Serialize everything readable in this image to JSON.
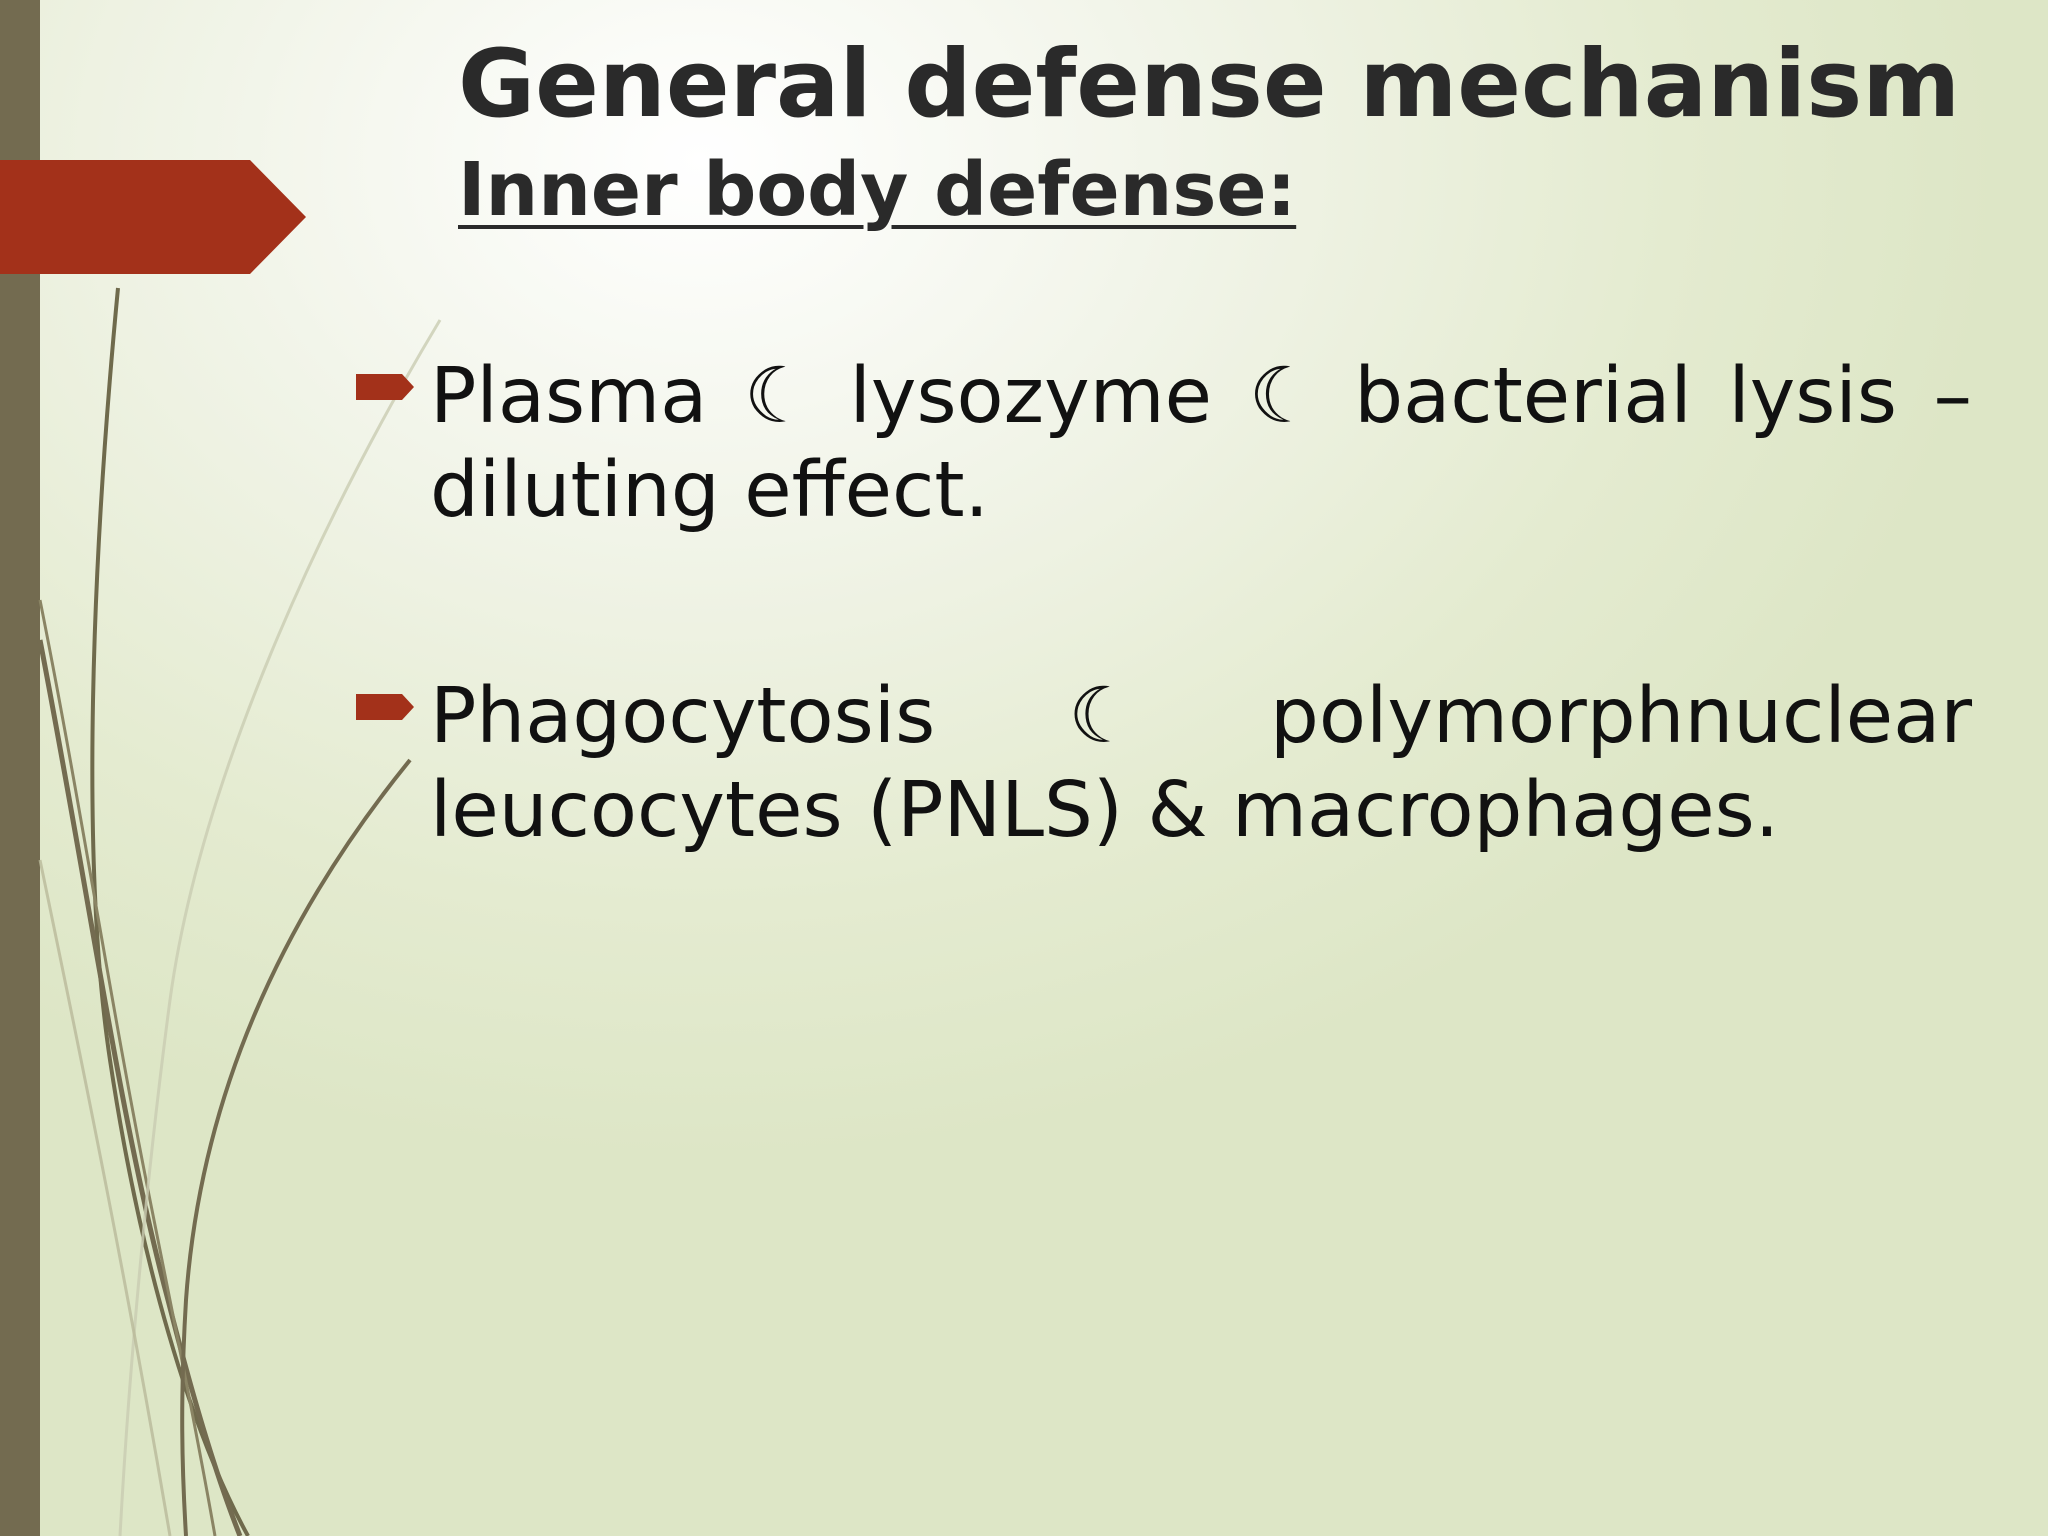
{
  "slide": {
    "title": "General defense mechanism",
    "subtitle": "Inner body defense:",
    "bullets": [
      {
        "text": "Plasma ☾ lysozyme ☾ bacterial lysis – diluting effect."
      },
      {
        "text": "Phagocytosis ☾ polymorphnuclear leucocytes (PNLS) & macrophages."
      }
    ]
  },
  "theme": {
    "accent": "#a3311a",
    "sidebar": "#736b50",
    "background": "#e4ebd0",
    "text": "#111111"
  }
}
